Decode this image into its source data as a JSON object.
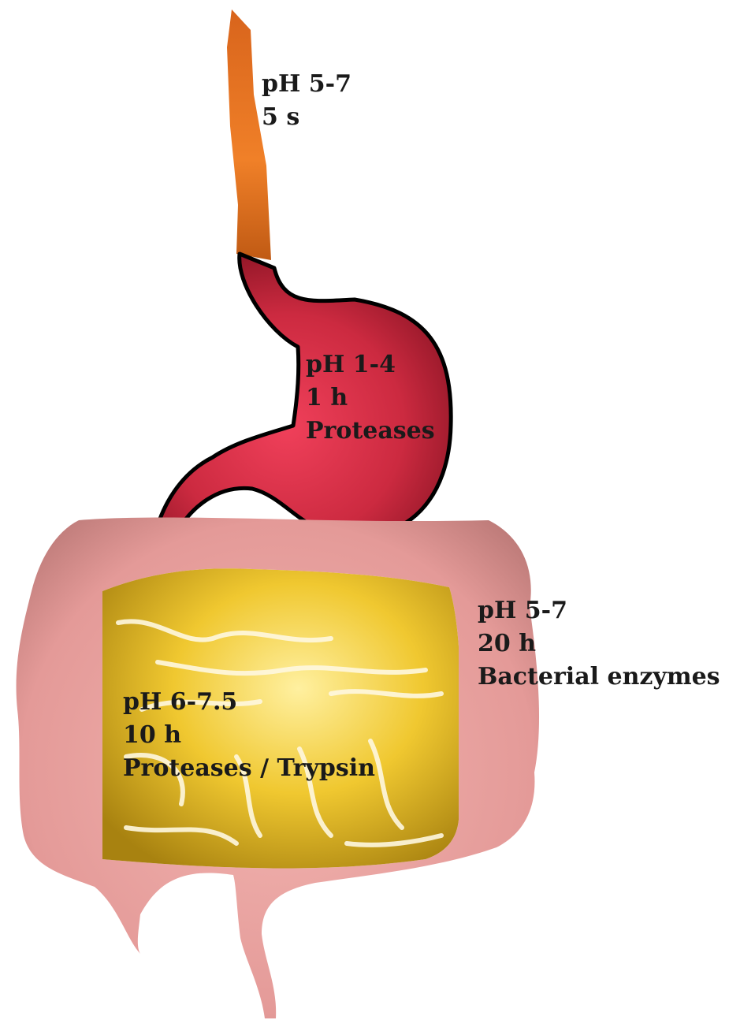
{
  "esophagus": {
    "line1": "pH 5-7",
    "line2": "5 s"
  },
  "stomach": {
    "line1": "pH 1-4",
    "line2": "1 h",
    "line3": "Proteases"
  },
  "small_intestine": {
    "line1": "pH 6-7.5",
    "line2": "10 h",
    "line3": "Proteases / Trypsin"
  },
  "large_intestine": {
    "line1": "pH 5-7",
    "line2": "20 h",
    "line3": "Bacterial enzymes"
  },
  "colors": {
    "esophagus": "#e07020",
    "stomach": "#c8283c",
    "small_intestine": "#e8b820",
    "large_intestine": "#e49a98",
    "outline": "#000000",
    "text": "#1a1a1a"
  }
}
